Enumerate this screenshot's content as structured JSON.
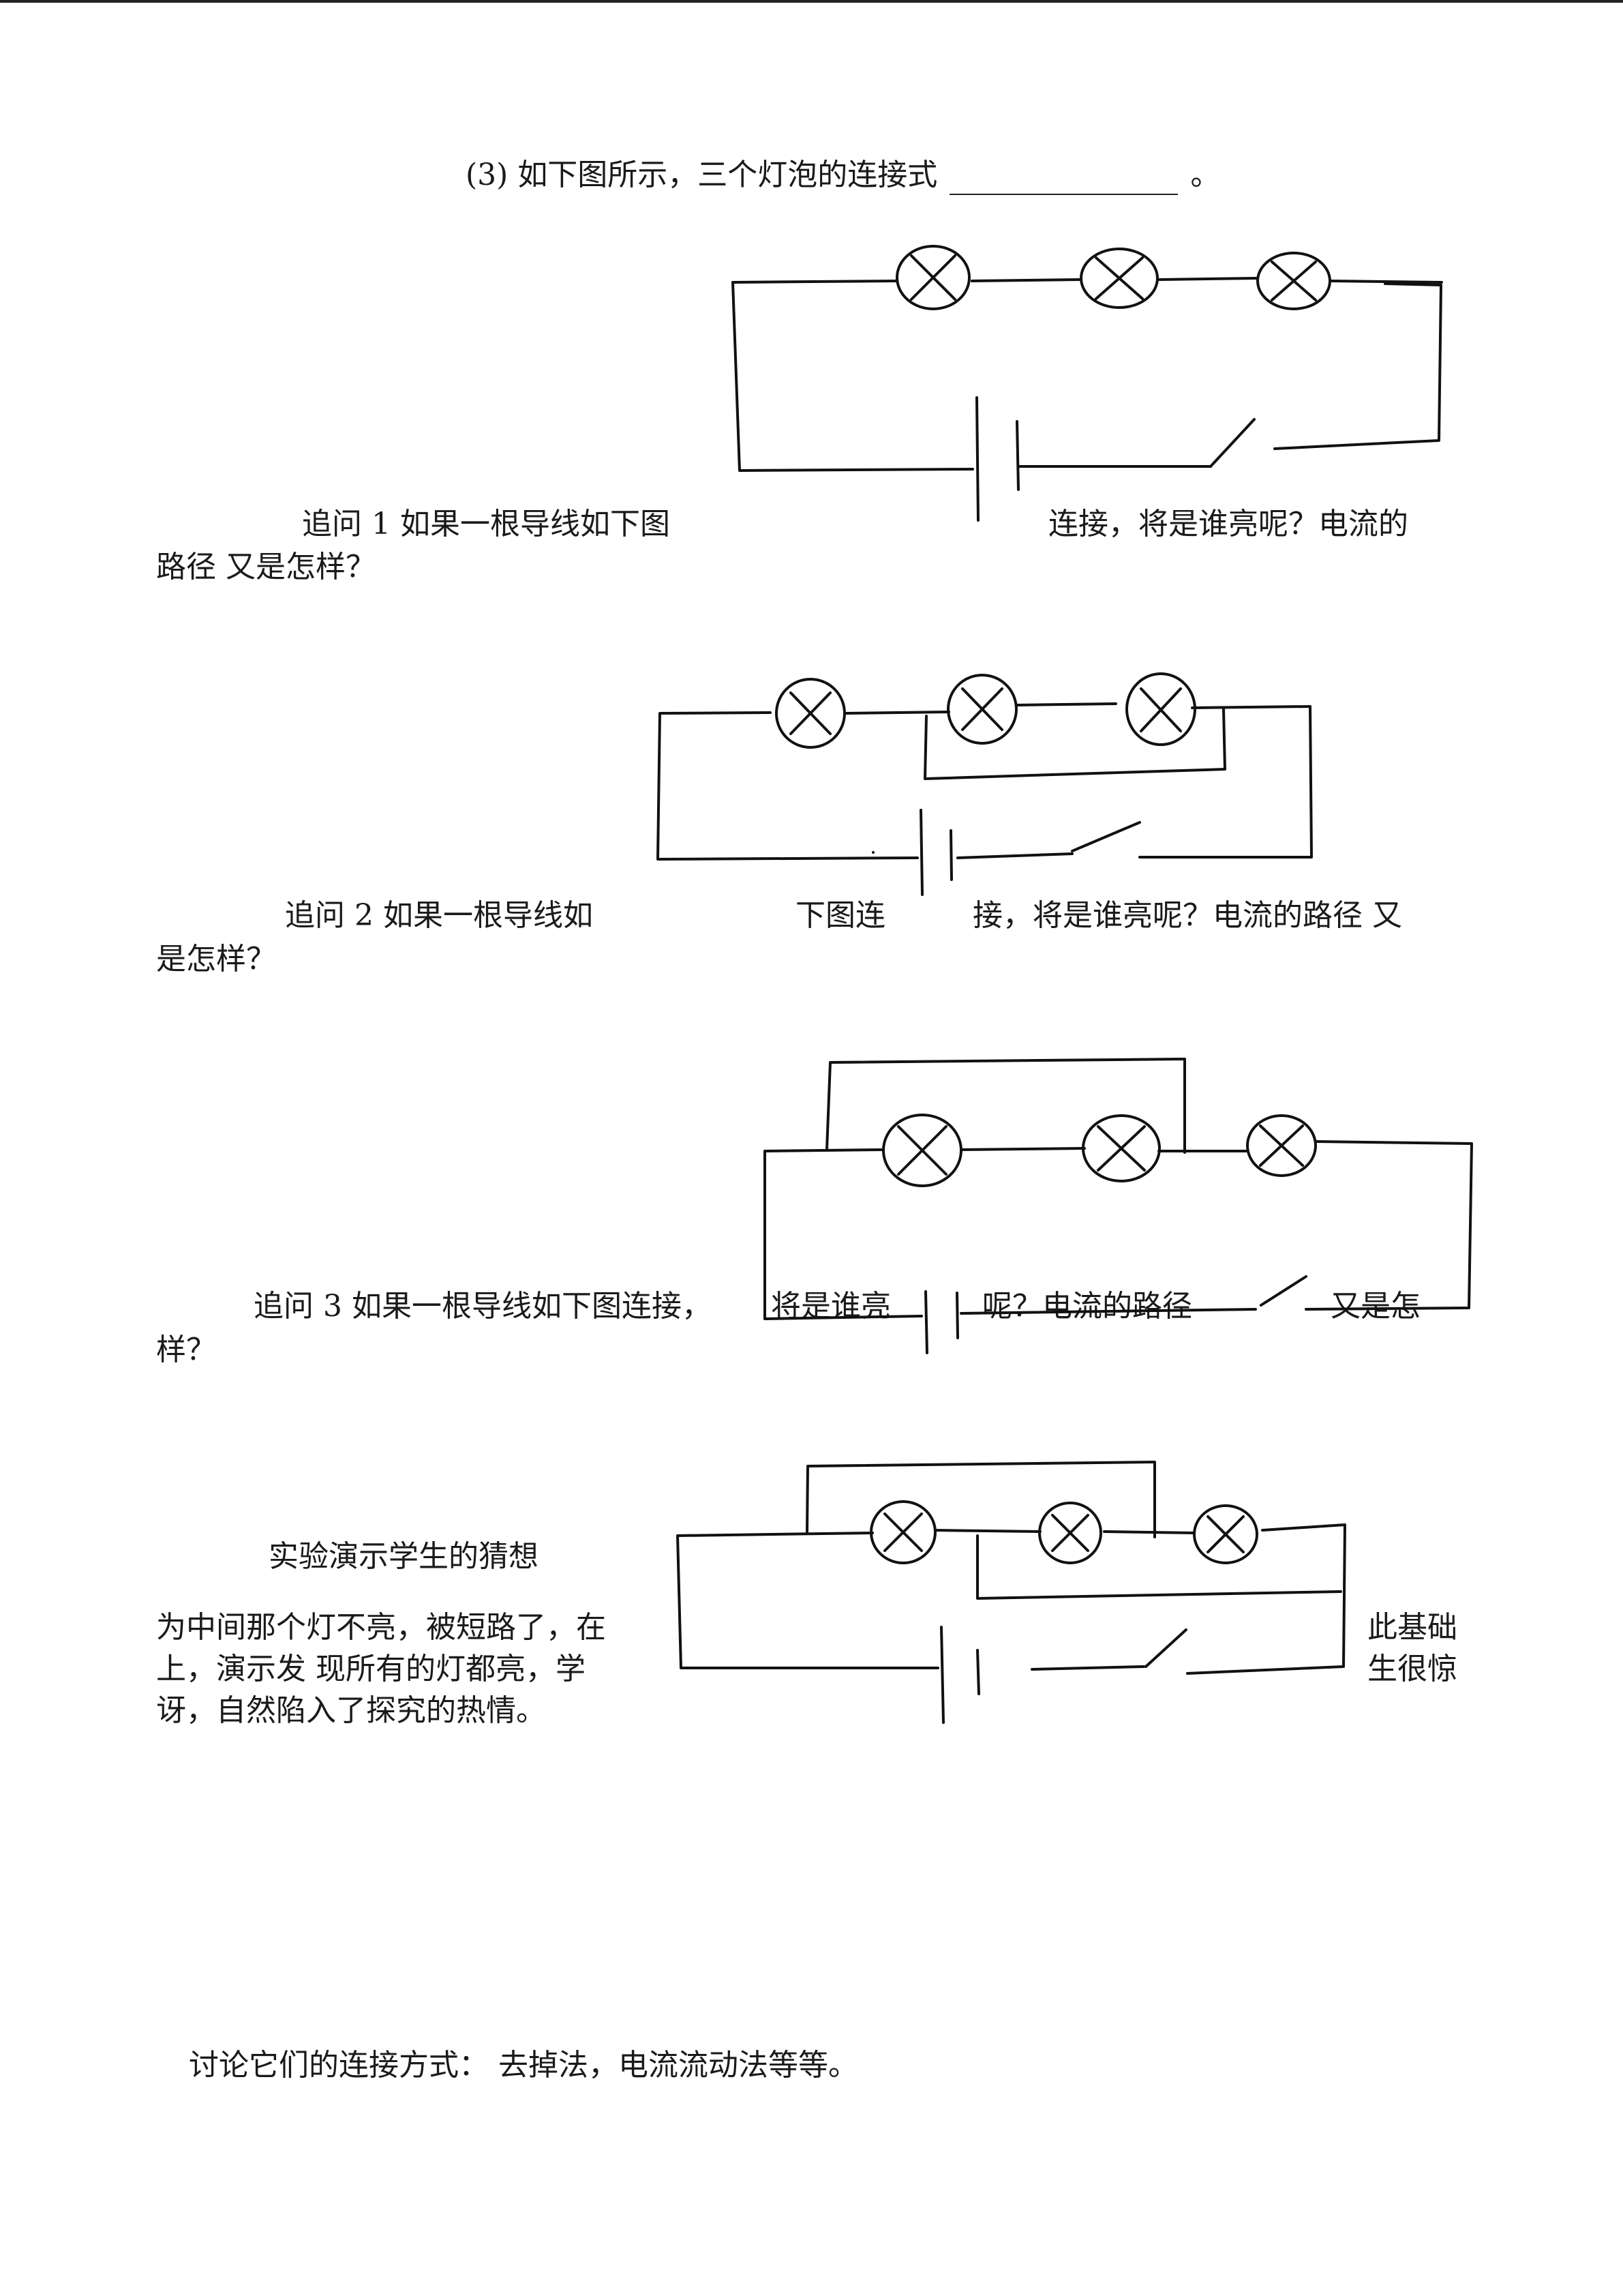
{
  "question": {
    "prefix": "(3) 如下图所示，三个灯泡的连接式",
    "suffix": "。"
  },
  "followup1": {
    "part_a": "追问 1 如果一根导线如下图",
    "part_b": "连接，将是谁亮呢？电流的",
    "line2": "路径 又是怎样？"
  },
  "followup2": {
    "part_a": "追问 2 如果一根导线如",
    "part_b": "下图连",
    "part_c": "接，将是谁亮呢？电流的路径 又",
    "line2": "是怎样？"
  },
  "followup3": {
    "part_a": "追问 3 如果一根导线如下图连接，",
    "part_b": "将是谁亮",
    "part_c": "呢？电流的路径",
    "part_d": "又是怎",
    "line2": "样？"
  },
  "demo": {
    "heading": "实验演示学生的猜想",
    "line1_left": "为中间那个灯不亮，被短路了，在",
    "line1_right": "此基础",
    "line2_left": "上，演示发 现所有的灯都亮，学",
    "line2_right": "生很惊",
    "line3": "讶，自然陷入了探究的热情。"
  },
  "discussion": "讨论它们的连接方式：  去掉法，电流流动法等等。"
}
